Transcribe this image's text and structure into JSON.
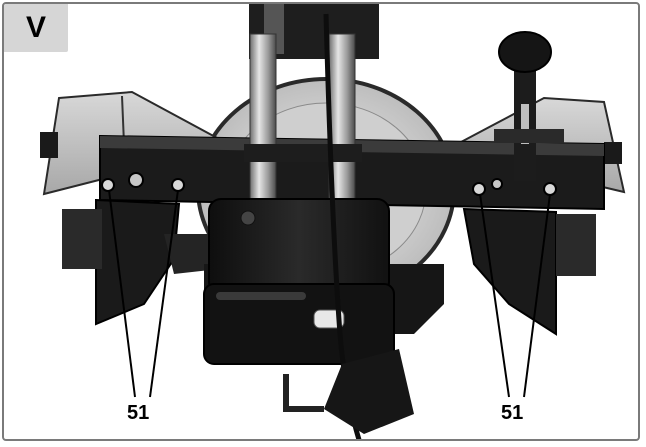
{
  "figure": {
    "section_letter": "V",
    "callouts": [
      {
        "label": "51"
      },
      {
        "label": "51"
      }
    ]
  },
  "colors": {
    "frame_border": "#7a7a7a",
    "tag_background": "#d6d6d6",
    "machine_dark": "#1c1c1c",
    "blade_guard_light": "#d2d2d2",
    "metal_rail": "#b8b8b8"
  }
}
